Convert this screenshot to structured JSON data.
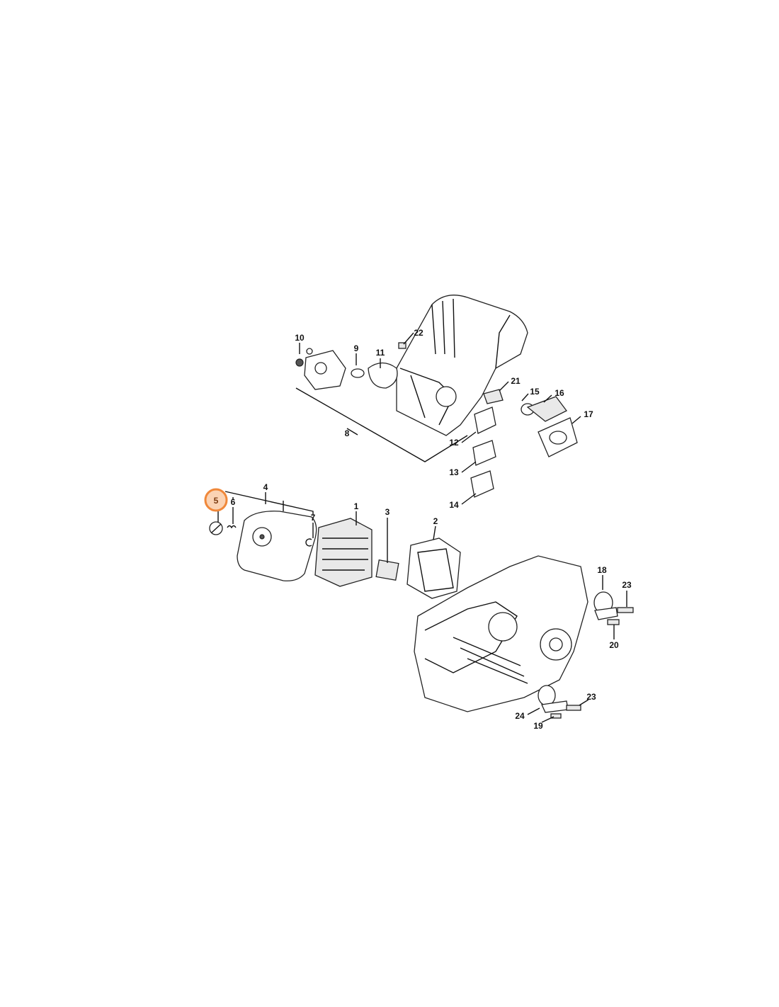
{
  "diagram": {
    "highlight_color": "#f0883a",
    "highlight_fill": "#fbd3b4",
    "highlighted_part": "5",
    "labels": {
      "p1": "1",
      "p2": "2",
      "p3": "3",
      "p4": "4",
      "p5": "5",
      "p6": "6",
      "p7": "7",
      "p8": "8",
      "p9": "9",
      "p10": "10",
      "p11": "11",
      "p12": "12",
      "p13": "13",
      "p14": "14",
      "p15": "15",
      "p16": "16",
      "p17": "17",
      "p18": "18",
      "p19": "19",
      "p20": "20",
      "p21": "21",
      "p22": "22",
      "p23a": "23",
      "p23b": "23",
      "p24": "24"
    }
  }
}
